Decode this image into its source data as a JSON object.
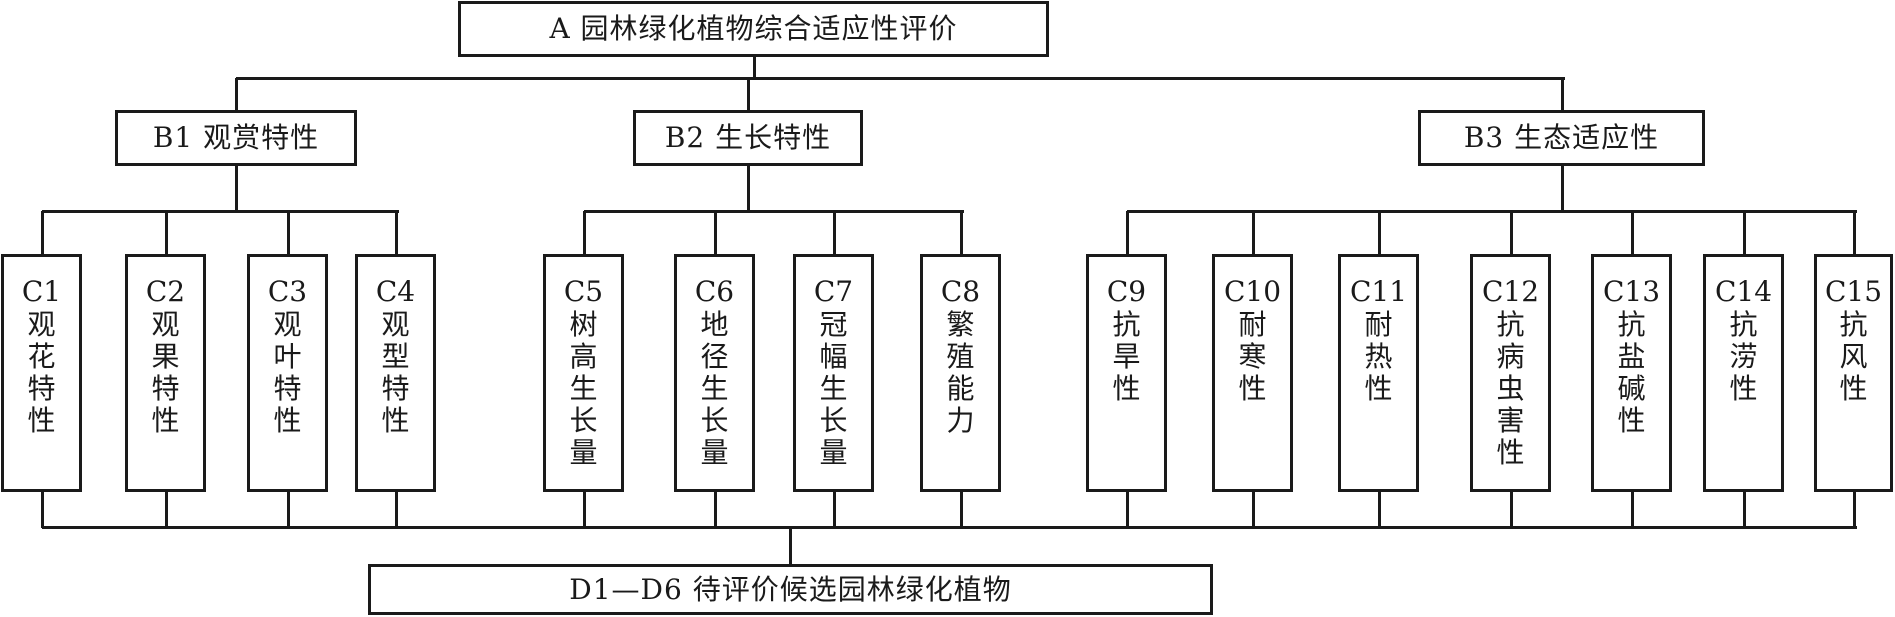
{
  "diagram": {
    "type": "hierarchy",
    "goal": {
      "id": "A",
      "label": "A 园林绿化植物综合适应性评价"
    },
    "criteria": [
      {
        "id": "B1",
        "label": "B1 观赏特性"
      },
      {
        "id": "B2",
        "label": "B2 生长特性"
      },
      {
        "id": "B3",
        "label": "B3 生态适应性"
      }
    ],
    "indicators": [
      {
        "id": "C1",
        "code": "C1",
        "text": "观花特性",
        "parent": "B1"
      },
      {
        "id": "C2",
        "code": "C2",
        "text": "观果特性",
        "parent": "B1"
      },
      {
        "id": "C3",
        "code": "C3",
        "text": "观叶特性",
        "parent": "B1"
      },
      {
        "id": "C4",
        "code": "C4",
        "text": "观型特性",
        "parent": "B1"
      },
      {
        "id": "C5",
        "code": "C5",
        "text": "树高生长量",
        "parent": "B2"
      },
      {
        "id": "C6",
        "code": "C6",
        "text": "地径生长量",
        "parent": "B2"
      },
      {
        "id": "C7",
        "code": "C7",
        "text": "冠幅生长量",
        "parent": "B2"
      },
      {
        "id": "C8",
        "code": "C8",
        "text": "繁殖能力",
        "parent": "B2"
      },
      {
        "id": "C9",
        "code": "C9",
        "text": "抗旱性",
        "parent": "B3"
      },
      {
        "id": "C10",
        "code": "C10",
        "text": "耐寒性",
        "parent": "B3"
      },
      {
        "id": "C11",
        "code": "C11",
        "text": "耐热性",
        "parent": "B3"
      },
      {
        "id": "C12",
        "code": "C12",
        "text": "抗病虫害性",
        "parent": "B3"
      },
      {
        "id": "C13",
        "code": "C13",
        "text": "抗盐碱性",
        "parent": "B3"
      },
      {
        "id": "C14",
        "code": "C14",
        "text": "抗涝性",
        "parent": "B3"
      },
      {
        "id": "C15",
        "code": "C15",
        "text": "抗风性",
        "parent": "B3"
      }
    ],
    "alternatives": {
      "id": "D",
      "label": "D1—D6 待评价候选园林绿化植物"
    }
  }
}
